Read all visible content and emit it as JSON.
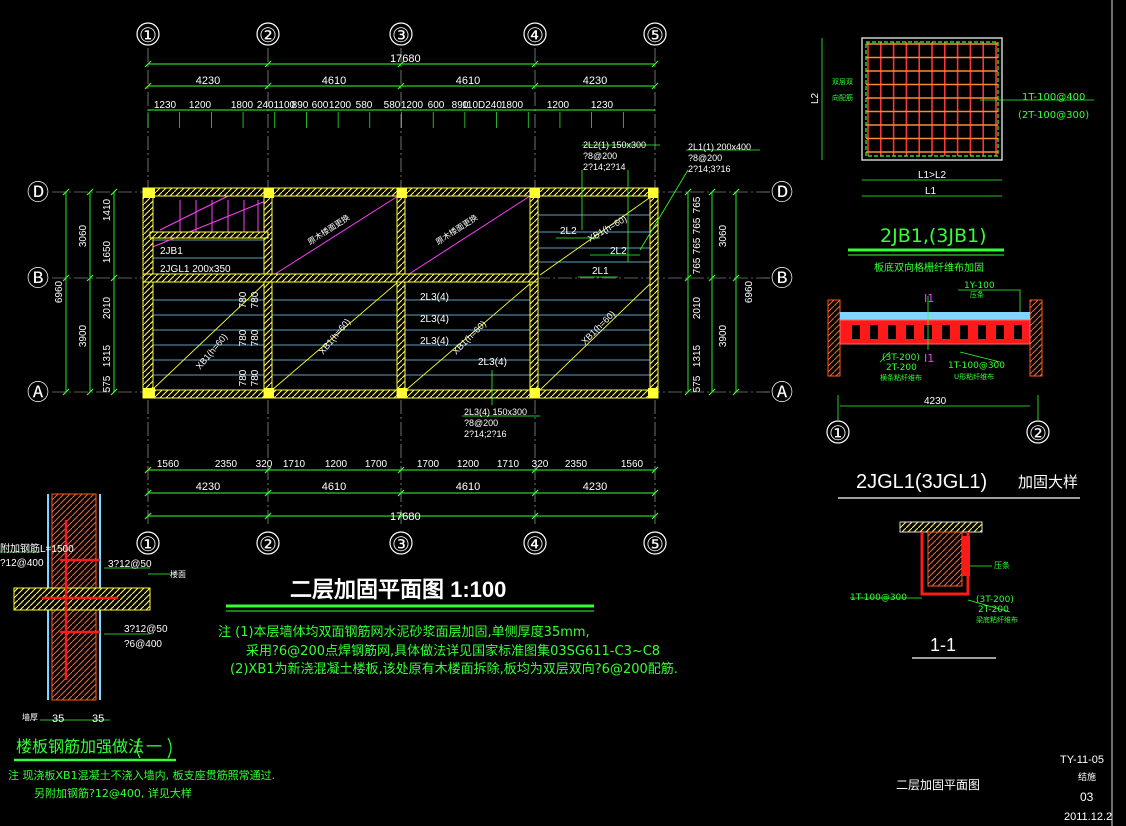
{
  "plan": {
    "axis_top": [
      "①",
      "②",
      "③",
      "④",
      "⑤"
    ],
    "axis_side": [
      "Ⓓ",
      "Ⓑ",
      "Ⓐ"
    ],
    "dim_total": "17680",
    "dim_top_spans": [
      "4230",
      "4610",
      "4610",
      "4230"
    ],
    "dim_top_segments": [
      "1230",
      "1200",
      "1800",
      "2401100",
      "890",
      "600",
      "1200",
      "580",
      "580",
      "1200",
      "600",
      "890",
      "110D240",
      "1800",
      "1200",
      "1230"
    ],
    "dim_bottom_segments": [
      "1560",
      "2350",
      "320",
      "1710",
      "1200",
      "1700",
      "1700",
      "1200",
      "1710",
      "320",
      "2350",
      "1560"
    ],
    "dim_bottom_spans": [
      "4230",
      "4610",
      "4610",
      "4230"
    ],
    "dim_left": [
      "1410",
      "1650",
      "2010",
      "1315",
      "575"
    ],
    "dim_left_mid": [
      "3060",
      "3900"
    ],
    "dim_left_total": "6960",
    "dim_right": [
      "765",
      "765",
      "765",
      "765",
      "2010",
      "1315",
      "575"
    ],
    "dim_right_mid": [
      "3060",
      "3900"
    ],
    "dim_right_total": "6960",
    "labels": {
      "jb1": "2JB1",
      "jgl1": "2JGL1 200x350",
      "l2": "2L2",
      "l2b": "2L2",
      "l1": "2L1",
      "l3a": "2L3(4)",
      "l3b": "2L3(4)",
      "l3c": "2L3(4)",
      "l3d": "2L3(4)",
      "xb1a": "XB1(h=60)",
      "xb1b": "XB1(h=60)",
      "xb1c": "XB1(h=60)",
      "xb1d": "XB1(h=60)",
      "xb1e": "XB1(h=60)",
      "stair1": "原木楼面更换",
      "stair2": "原木楼面更换",
      "col_dims": [
        "780",
        "780",
        "780",
        "780",
        "780",
        "780"
      ]
    },
    "callouts": {
      "l2": [
        "2L2(1) 150x300",
        "?8@200",
        "2?14;2?14"
      ],
      "l1": [
        "2L1(1) 200x400",
        "?8@200",
        "2?14;3?16"
      ],
      "l3": [
        "2L3(4) 150x300",
        "?8@200",
        "2?14;2?16"
      ]
    },
    "title": "二层加固平面图  1:100"
  },
  "notes": {
    "line1": "注 (1)本层墙体均双面钢筋网水泥砂浆面层加固,单侧厚度35mm,",
    "line2": "采用?6@200点焊钢筋网,具体做法详见国家标准图集03SG611-C3~C8",
    "line3": "(2)XB1为新浇混凝土楼板,该处原有木楼面拆除,板均为双层双向?6@200配筋."
  },
  "detail_jb1": {
    "dim_l2": "L2",
    "dim_l1a": "L1>L2",
    "dim_l1b": "L1",
    "rebar1": "1T-100@400",
    "rebar2": "(2T-100@300)",
    "side_note1": "双层双",
    "side_note2": "向配筋",
    "title": "2JB1,(3JB1)",
    "subtitle": "板底双向格栅纤维布加固"
  },
  "detail_section": {
    "mark": "I1",
    "mark2": "I1",
    "ty": "1Y-100",
    "ty_note": "压条",
    "left1": "(3T-200)",
    "left2": "2T-200",
    "left3": "横条粘纤维布",
    "right1": "1T-100@300",
    "right2": "U形粘纤维布",
    "dim": "4230",
    "axes": [
      "①",
      "②"
    ]
  },
  "detail_jgl1": {
    "title": "2JGL1(3JGL1)",
    "suffix": "加固大样",
    "left": "1T-100@300",
    "right_top": "压条",
    "right1": "(3T-200)",
    "right2": "2T-200",
    "right3": "梁底粘纤维布",
    "sec": "1-1"
  },
  "detail_wall": {
    "l1": "附加钢筋L=1500",
    "l2": "?12@400",
    "r1": "3?12@50",
    "r2": "楼面",
    "r3": "3?12@50",
    "r4": "?6@400",
    "wall": "墙厚",
    "d1": "35",
    "d2": "35",
    "title": "楼板钢筋加强做法",
    "num": "一",
    "note1": "注 现浇板XB1混凝土不浇入墙内, 板支座贯筋照常通过.",
    "note2": "另附加钢筋?12@400, 详见大样"
  },
  "titleblock": {
    "code": "TY-11-05",
    "type": "结施",
    "name": "二层加固平面图",
    "num": "03",
    "date": "2011.12.2"
  }
}
